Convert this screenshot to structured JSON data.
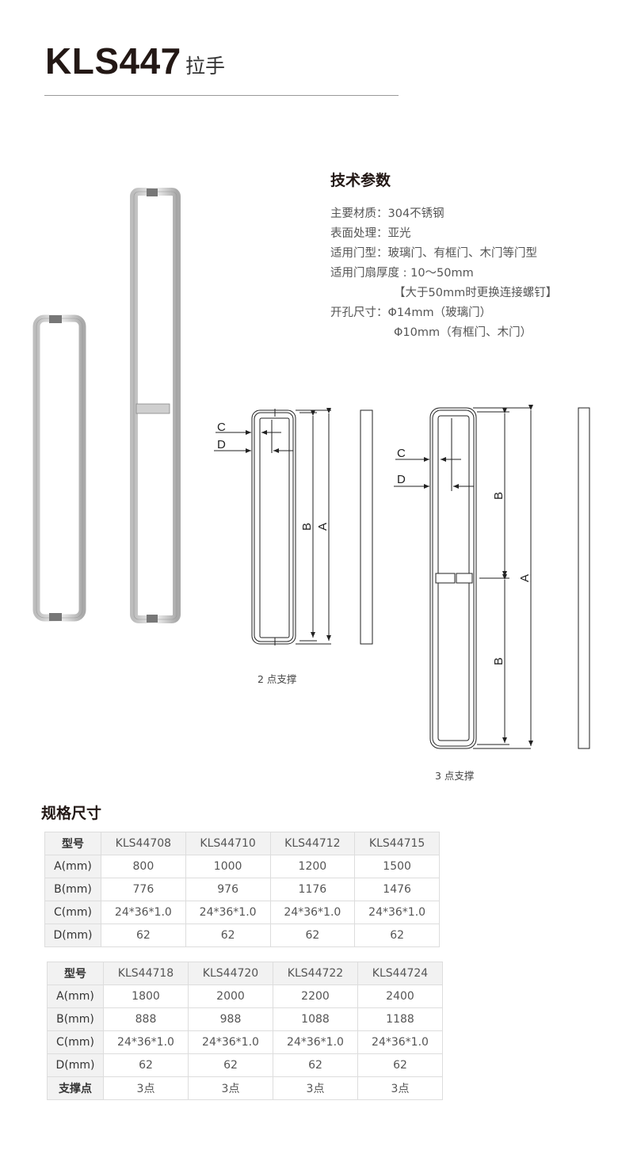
{
  "header": {
    "model": "KLS447",
    "name": "拉手"
  },
  "tech": {
    "title": "技术参数",
    "lines": [
      "主要材质：304不锈钢",
      "表面处理：亚光",
      "适用门型：玻璃门、有框门、木门等门型",
      "适用门扇厚度 : 10～50mm",
      "【大于50mm时更换连接螺钉】",
      "开孔尺寸：Φ14mm（玻璃门）",
      "Φ10mm（有框门、木门）"
    ]
  },
  "drawings": {
    "two_point": {
      "caption": "2 点支撑",
      "labels": {
        "c": "C",
        "d": "D",
        "b": "B",
        "a": "A"
      }
    },
    "three_point": {
      "caption": "3 点支撑",
      "labels": {
        "c": "C",
        "d": "D",
        "b": "B",
        "a": "A"
      }
    }
  },
  "spec": {
    "title": "规格尺寸",
    "table1": {
      "rows": [
        [
          "型号",
          "KLS44708",
          "KLS44710",
          "KLS44712",
          "KLS44715"
        ],
        [
          "A(mm)",
          "800",
          "1000",
          "1200",
          "1500"
        ],
        [
          "B(mm)",
          "776",
          "976",
          "1176",
          "1476"
        ],
        [
          "C(mm)",
          "24*36*1.0",
          "24*36*1.0",
          "24*36*1.0",
          "24*36*1.0"
        ],
        [
          "D(mm)",
          "62",
          "62",
          "62",
          "62"
        ]
      ]
    },
    "table2": {
      "rows": [
        [
          "型号",
          "KLS44718",
          "KLS44720",
          "KLS44722",
          "KLS44724"
        ],
        [
          "A(mm)",
          "1800",
          "2000",
          "2200",
          "2400"
        ],
        [
          "B(mm)",
          "888",
          "988",
          "1088",
          "1188"
        ],
        [
          "C(mm)",
          "24*36*1.0",
          "24*36*1.0",
          "24*36*1.0",
          "24*36*1.0"
        ],
        [
          "D(mm)",
          "62",
          "62",
          "62",
          "62"
        ],
        [
          "支撑点",
          "3点",
          "3点",
          "3点",
          "3点"
        ]
      ]
    }
  }
}
